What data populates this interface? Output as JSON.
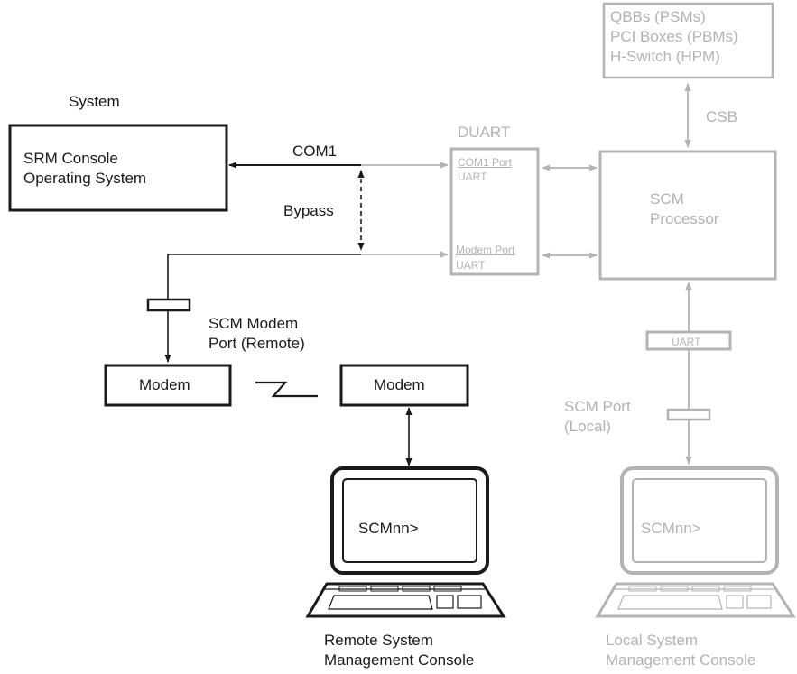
{
  "system": {
    "label": "System",
    "os_box": {
      "line1": "SRM Console",
      "line2": "Operating System"
    }
  },
  "links": {
    "com1": "COM1",
    "bypass": "Bypass",
    "csb": "CSB"
  },
  "duart": {
    "title": "DUART",
    "com1_port": "COM1 Port",
    "com1_uart": "UART",
    "modem_port": "Modem Port",
    "modem_uart": "UART"
  },
  "scm": {
    "line1": "SCM",
    "line2": "Processor"
  },
  "csb_devices": {
    "line1": "QBBs (PSMs)",
    "line2": "PCI Boxes (PBMs)",
    "line3": "H-Switch (HPM)"
  },
  "modem_port_label": {
    "line1": "SCM Modem",
    "line2": "Port (Remote)"
  },
  "modems": {
    "left": "Modem",
    "right": "Modem"
  },
  "uart_local": "UART",
  "scm_port_label": {
    "line1": "SCM Port",
    "line2": "(Local)"
  },
  "remote_console": {
    "prompt": "SCMnn>",
    "line1": "Remote System",
    "line2": "Management Console"
  },
  "local_console": {
    "prompt": "SCMnn>",
    "line1": "Local System",
    "line2": "Management Console"
  },
  "colors": {
    "active": "#1a1a1a",
    "inactive": "#b3b3b3"
  }
}
